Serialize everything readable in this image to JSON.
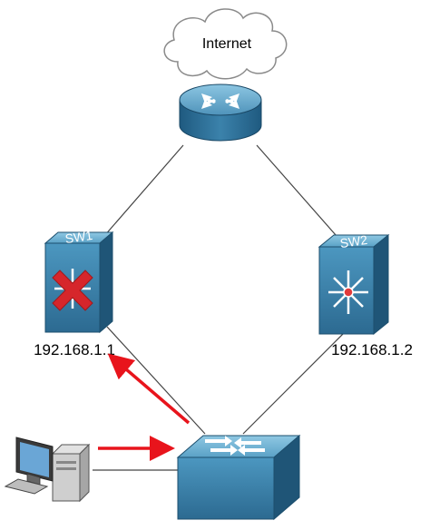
{
  "cloud": {
    "label": "Internet"
  },
  "router": {
    "icon": "router-icon"
  },
  "sw1": {
    "label": "SW1",
    "ip": "192.168.1.1",
    "status": "failed",
    "icon": "multilayer-switch-icon",
    "fail_mark": "x-mark-icon"
  },
  "sw2": {
    "label": "SW2",
    "ip": "192.168.1.2",
    "icon": "multilayer-switch-icon"
  },
  "access_switch": {
    "icon": "switch-icon"
  },
  "pc": {
    "icon": "computer-icon"
  },
  "colors": {
    "device_top": "#5fa6c9",
    "device_front": "#2f6f96",
    "device_side": "#1f5577",
    "arrow": "#e8141c",
    "fail_mark": "#d6262b",
    "link": "#444444"
  }
}
